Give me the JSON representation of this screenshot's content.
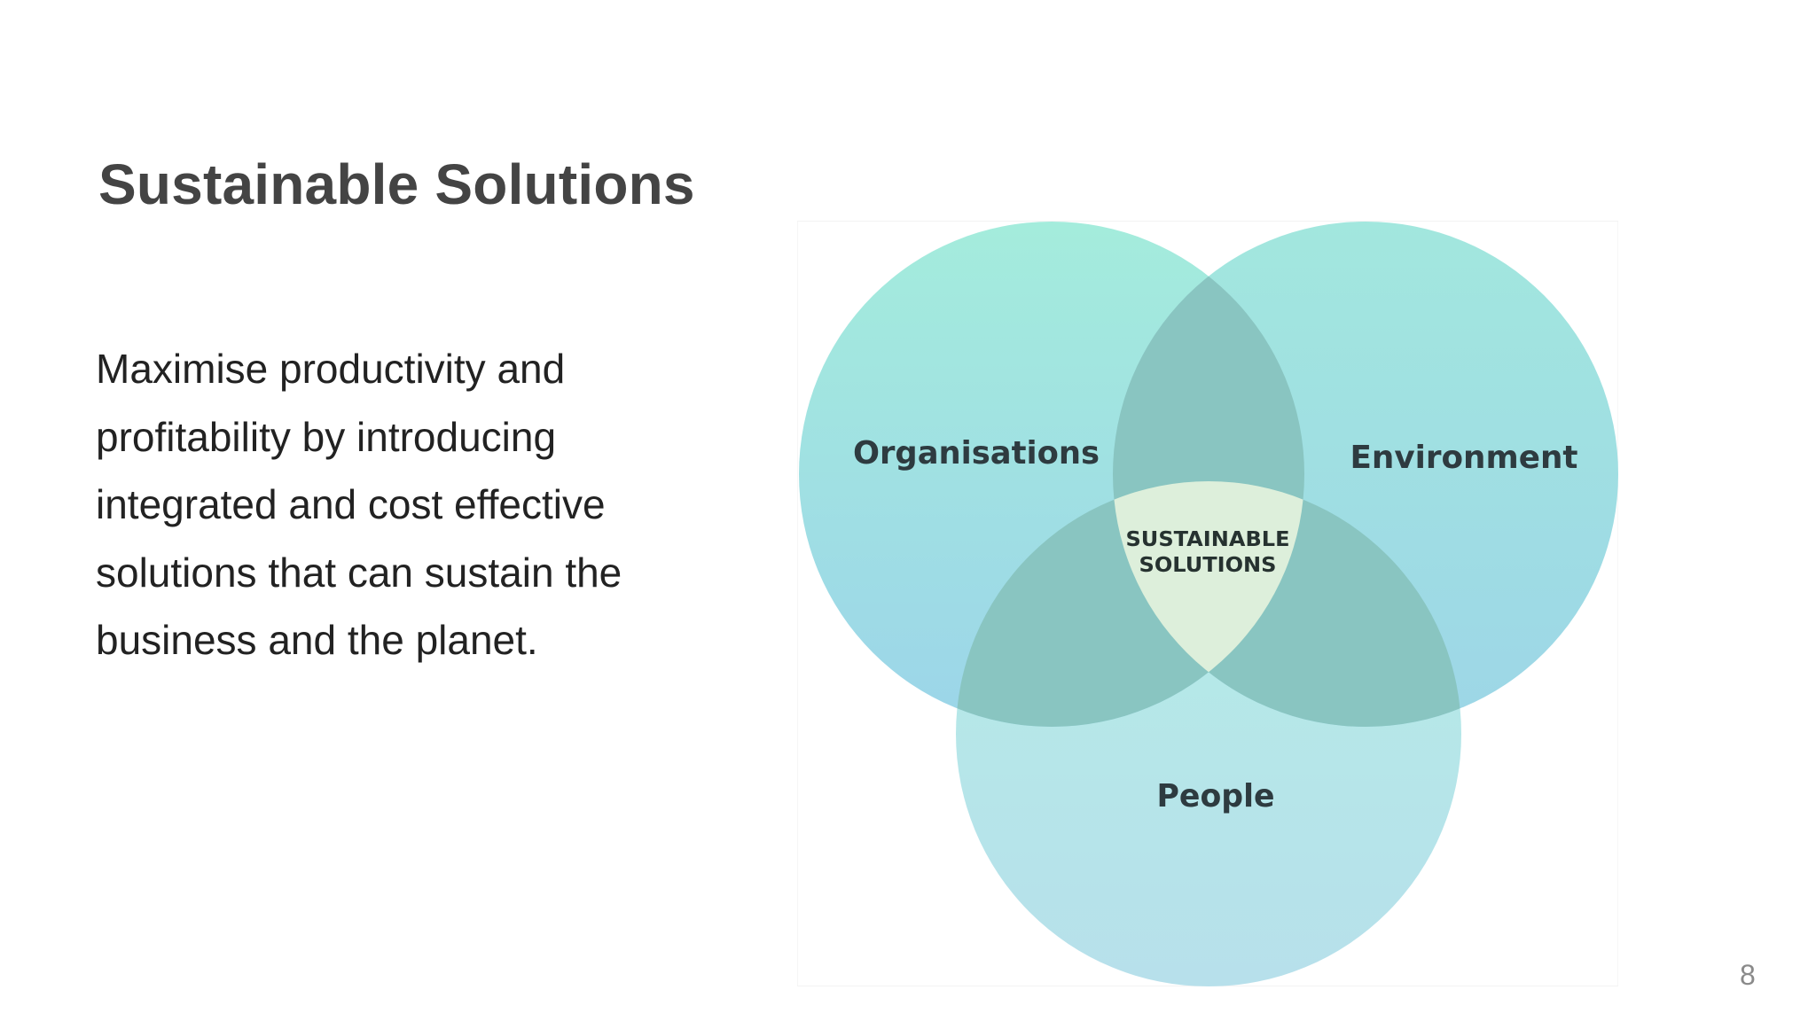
{
  "slide": {
    "title": "Sustainable Solutions",
    "body_lines": [
      "Maximise productivity and",
      "profitability by introducing",
      "integrated and cost effective",
      "solutions that can sustain the",
      "business and the planet."
    ],
    "page_number": "8"
  },
  "venn": {
    "circles": [
      {
        "label": "Organisations",
        "color_top": "#a3ebdc",
        "color_bottom": "#9dd6e8"
      },
      {
        "label": "Environment",
        "color_top": "#a1e6de",
        "color_bottom": "#9dd7e6"
      },
      {
        "label": "People",
        "color_top": "#b5ece6",
        "color_bottom": "#b6e0ea"
      }
    ],
    "overlap_color": "#89c5c1",
    "center": {
      "line1": "SUSTAINABLE",
      "line2": "SOLUTIONS",
      "color": "#ddefdb"
    }
  }
}
